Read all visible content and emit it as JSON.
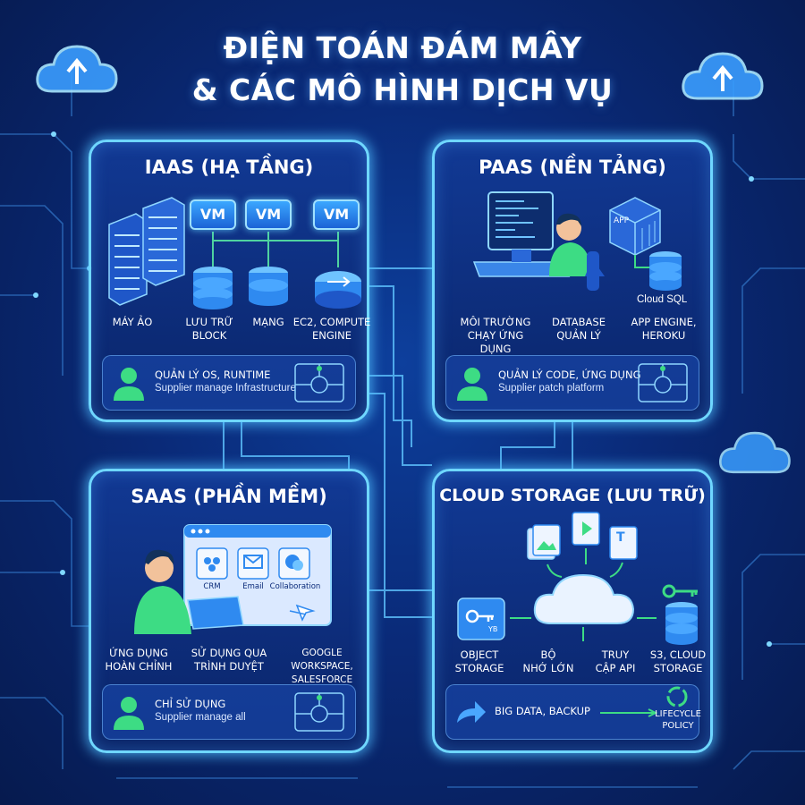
{
  "title": {
    "line1": "ĐIỆN TOÁN ĐÁM MÂY",
    "line2": "& CÁC MÔ HÌNH DỊCH VỤ"
  },
  "iaas": {
    "title": "IAAS (HẠ TẦNG)",
    "vm_labels": [
      "VM",
      "VM",
      "VM"
    ],
    "labels": [
      {
        "line1": "MÁY ẢO",
        "line2": ""
      },
      {
        "line1": "LƯU TRỮ",
        "line2": "BLOCK"
      },
      {
        "line1": "MẠNG",
        "line2": ""
      },
      {
        "line1": "EC2, COMPUTE",
        "line2": "ENGINE"
      }
    ],
    "footer": {
      "line1": "QUẢN LÝ OS, RUNTIME",
      "line2": "Supplier manage Infrastructure"
    }
  },
  "paas": {
    "title": "PAAS (NỀN TẢNG)",
    "app_label": "APP",
    "cloud_sql": "Cloud SQL",
    "labels": [
      {
        "line1": "MÔI TRƯỜNG",
        "line2": "CHẠY ỨNG DỤNG"
      },
      {
        "line1": "DATABASE",
        "line2": "QUẢN LÝ"
      },
      {
        "line1": "APP ENGINE,",
        "line2": "HEROKU"
      }
    ],
    "footer": {
      "line1": "QUẢN LÝ CODE, ỨNG DỤNG",
      "line2": "Supplier patch platform"
    }
  },
  "saas": {
    "title": "SAAS (PHẦN MỀM)",
    "apps": [
      "CRM",
      "Email",
      "Collaboration"
    ],
    "labels": [
      {
        "line1": "ỨNG DỤNG",
        "line2": "HOÀN CHỈNH"
      },
      {
        "line1": "SỬ DỤNG QUA",
        "line2": "TRÌNH DUYỆT"
      },
      {
        "line1": "GOOGLE WORKSPACE,",
        "line2": "SALESFORCE"
      }
    ],
    "footer": {
      "line1": "CHỈ SỬ DỤNG",
      "line2": "Supplier manage all"
    }
  },
  "storage": {
    "title": "CLOUD STORAGE (LƯU TRỮ)",
    "doc_letter": "T",
    "bucket_tag": "YB",
    "labels": [
      {
        "line1": "OBJECT",
        "line2": "STORAGE"
      },
      {
        "line1": "BỘ",
        "line2": "NHỚ LỚN"
      },
      {
        "line1": "TRUY",
        "line2": "CẬP API"
      },
      {
        "line1": "S3, CLOUD",
        "line2": "STORAGE"
      }
    ],
    "footer": {
      "line1": "BIG DATA, BACKUP",
      "policy_line1": "LIFECYCLE",
      "policy_line2": "POLICY"
    }
  },
  "colors": {
    "accent_cyan": "#6fd7ff",
    "accent_green": "#3ddc84",
    "background": "#0a2a78",
    "panel": "#123a96"
  },
  "icons": [
    "cloud-upload-icon",
    "server-rack-icon",
    "database-icon",
    "router-icon",
    "monitor-icon",
    "user-icon",
    "cloud-icon",
    "key-icon",
    "image-file-icon",
    "video-file-icon",
    "text-file-icon",
    "refresh-cycle-icon",
    "arrow-icon",
    "circuit-icon"
  ]
}
